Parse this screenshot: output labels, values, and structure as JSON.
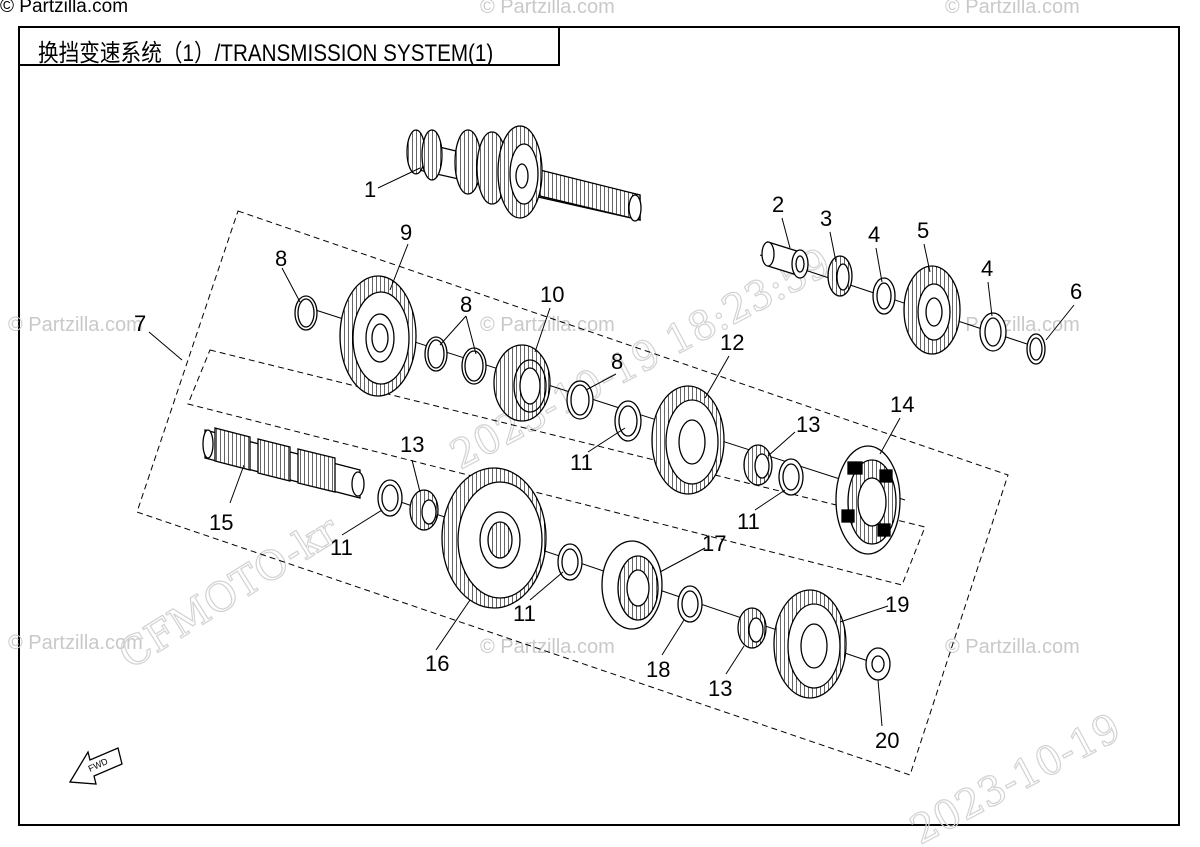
{
  "site_watermark": "© Partzilla.com",
  "title": "换挡变速系统（1）/TRANSMISSION SYSTEM(1)",
  "diagonal_watermarks": [
    "CFMOTO-kr",
    "2023-10-19 18:23:59",
    "2023-10-19"
  ],
  "fwd_label": "FWD",
  "callouts": {
    "c1": "1",
    "c2": "2",
    "c3": "3",
    "c4a": "4",
    "c4b": "4",
    "c5": "5",
    "c6": "6",
    "c7": "7",
    "c8a": "8",
    "c8b": "8",
    "c8c": "8",
    "c9": "9",
    "c10": "10",
    "c11a": "11",
    "c11b": "11",
    "c11c": "11",
    "c11d": "11",
    "c12": "12",
    "c13a": "13",
    "c13b": "13",
    "c13c": "13",
    "c14": "14",
    "c15": "15",
    "c16": "16",
    "c17": "17",
    "c18": "18",
    "c19": "19",
    "c20": "20"
  }
}
